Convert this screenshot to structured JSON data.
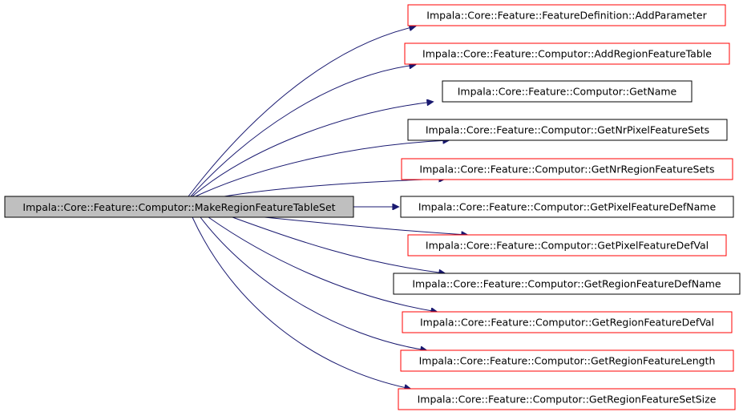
{
  "colors": {
    "background": "#ffffff",
    "edge": "#191970",
    "source_fill": "#bfbfbf",
    "source_border": "#000000",
    "node_border_red": "#ff0000",
    "node_border_black": "#000000"
  },
  "source": {
    "label": "Impala::Core::Feature::Computor::MakeRegionFeatureTableSet"
  },
  "targets": [
    {
      "label": "Impala::Core::Feature::FeatureDefinition::AddParameter",
      "border": "red"
    },
    {
      "label": "Impala::Core::Feature::Computor::AddRegionFeatureTable",
      "border": "red"
    },
    {
      "label": "Impala::Core::Feature::Computor::GetName",
      "border": "black"
    },
    {
      "label": "Impala::Core::Feature::Computor::GetNrPixelFeatureSets",
      "border": "black"
    },
    {
      "label": "Impala::Core::Feature::Computor::GetNrRegionFeatureSets",
      "border": "red"
    },
    {
      "label": "Impala::Core::Feature::Computor::GetPixelFeatureDefName",
      "border": "black"
    },
    {
      "label": "Impala::Core::Feature::Computor::GetPixelFeatureDefVal",
      "border": "red"
    },
    {
      "label": "Impala::Core::Feature::Computor::GetRegionFeatureDefName",
      "border": "black"
    },
    {
      "label": "Impala::Core::Feature::Computor::GetRegionFeatureDefVal",
      "border": "red"
    },
    {
      "label": "Impala::Core::Feature::Computor::GetRegionFeatureLength",
      "border": "red"
    },
    {
      "label": "Impala::Core::Feature::Computor::GetRegionFeatureSetSize",
      "border": "red"
    }
  ]
}
